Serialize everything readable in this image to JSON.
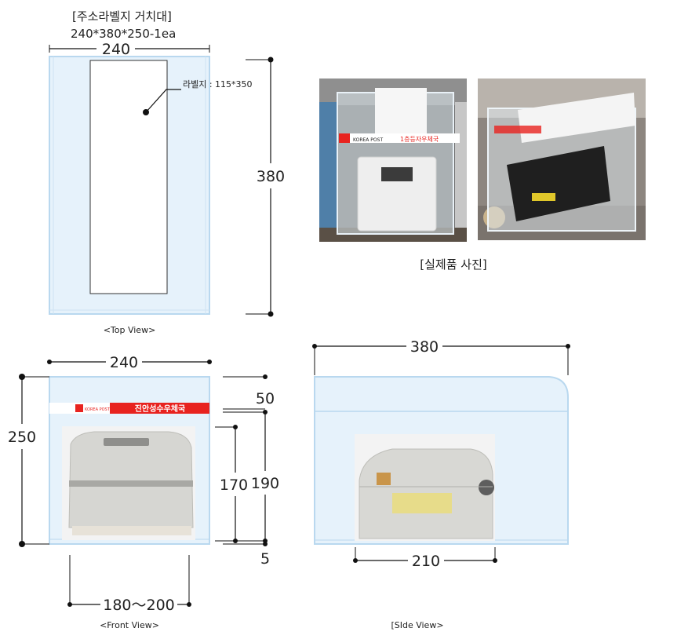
{
  "header": {
    "title": "[주소라벨지 거치대]",
    "spec": "240*380*250-1ea"
  },
  "top_view": {
    "caption": "<Top View>",
    "width_dim": "240",
    "depth_dim": "380",
    "label_callout": "라벨지 : 115*350"
  },
  "front_view": {
    "caption": "<Front View>",
    "width_dim": "240",
    "height_dim": "250",
    "top_gap_dim": "50",
    "inner_height_dim": "190",
    "printer_height_dim": "170",
    "base_dim": "5",
    "printer_width_dim": "180～200",
    "banner_brand": "KOREA POST",
    "banner_text": "진안성수우체국"
  },
  "side_view": {
    "caption": "[SIde View>",
    "depth_dim": "380",
    "printer_depth_dim": "210"
  },
  "photos": {
    "caption": "[실제품 사진]",
    "photo1_banner": "1층등자우체국",
    "photo1_brand": "KOREA POST"
  },
  "colors": {
    "acrylic_fill": "#e6f2fb",
    "acrylic_edge": "#b9d8ef",
    "banner_red": "#e8231f",
    "dimension_line": "#111111"
  }
}
